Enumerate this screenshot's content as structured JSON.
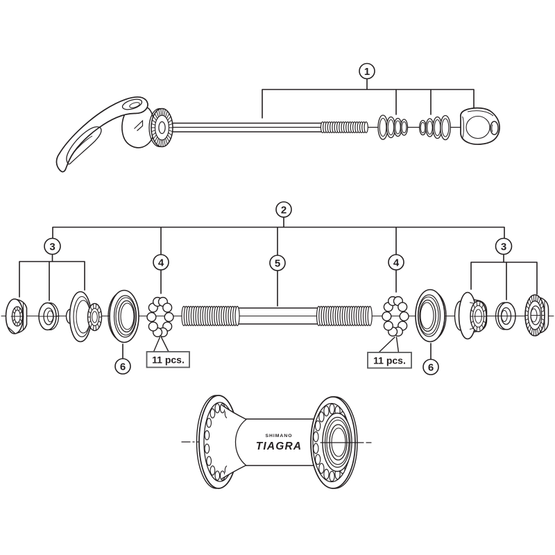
{
  "figure": {
    "callouts": {
      "one": "1",
      "two": "2",
      "three": "3",
      "four": "4",
      "five": "5",
      "six": "6"
    },
    "notes": {
      "pcs_left": "11 pcs.",
      "pcs_right": "11 pcs."
    },
    "hub": {
      "brand": "SHIMANO",
      "model": "TIAGRA"
    },
    "colors": {
      "line": "#231f20",
      "background": "#ffffff",
      "note_border": "#58595b"
    }
  }
}
